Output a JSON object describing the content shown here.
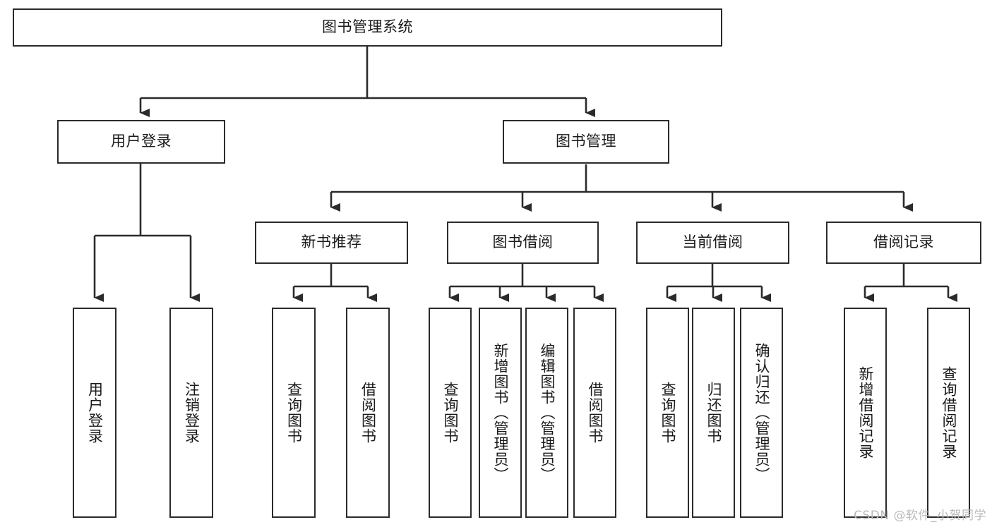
{
  "diagram": {
    "title": "图书管理系统",
    "type": "hierarchy-tree",
    "watermark": "CSDN @软件_小贺同学",
    "style": {
      "box_border_color": "#2b2b2b",
      "box_fill_color": "#ffffff",
      "edge_color": "#2b2b2b",
      "text_color": "#1a1a1a",
      "watermark_color": "#b9b9b9"
    },
    "nodes": {
      "root": {
        "label": "图书管理系统",
        "level": 0
      },
      "user_login": {
        "label": "用户登录",
        "level": 1
      },
      "book_manage": {
        "label": "图书管理",
        "level": 1
      },
      "new_book_rec": {
        "label": "新书推荐",
        "level": 2
      },
      "book_borrow": {
        "label": "图书借阅",
        "level": 2
      },
      "current_borrow": {
        "label": "当前借阅",
        "level": 2
      },
      "borrow_record": {
        "label": "借阅记录",
        "level": 2
      },
      "leaf_user_login": {
        "label": "用户登录",
        "level": 3
      },
      "leaf_logout": {
        "label": "注销登录",
        "level": 3
      },
      "leaf_query_book_1": {
        "label": "查询图书",
        "level": 3
      },
      "leaf_borrow_book_1": {
        "label": "借阅图书",
        "level": 3
      },
      "leaf_query_book_2": {
        "label": "查询图书",
        "level": 3
      },
      "leaf_add_book": {
        "label": "新增图书（管理员）",
        "level": 3
      },
      "leaf_edit_book": {
        "label": "编辑图书（管理员）",
        "level": 3
      },
      "leaf_borrow_book_2": {
        "label": "借阅图书",
        "level": 3
      },
      "leaf_query_book_3": {
        "label": "查询图书",
        "level": 3
      },
      "leaf_return_book": {
        "label": "归还图书",
        "level": 3
      },
      "leaf_confirm_return": {
        "label": "确认归还（管理员）",
        "level": 3
      },
      "leaf_add_record": {
        "label": "新增借阅记录",
        "level": 3
      },
      "leaf_query_record": {
        "label": "查询借阅记录",
        "level": 3
      }
    }
  }
}
